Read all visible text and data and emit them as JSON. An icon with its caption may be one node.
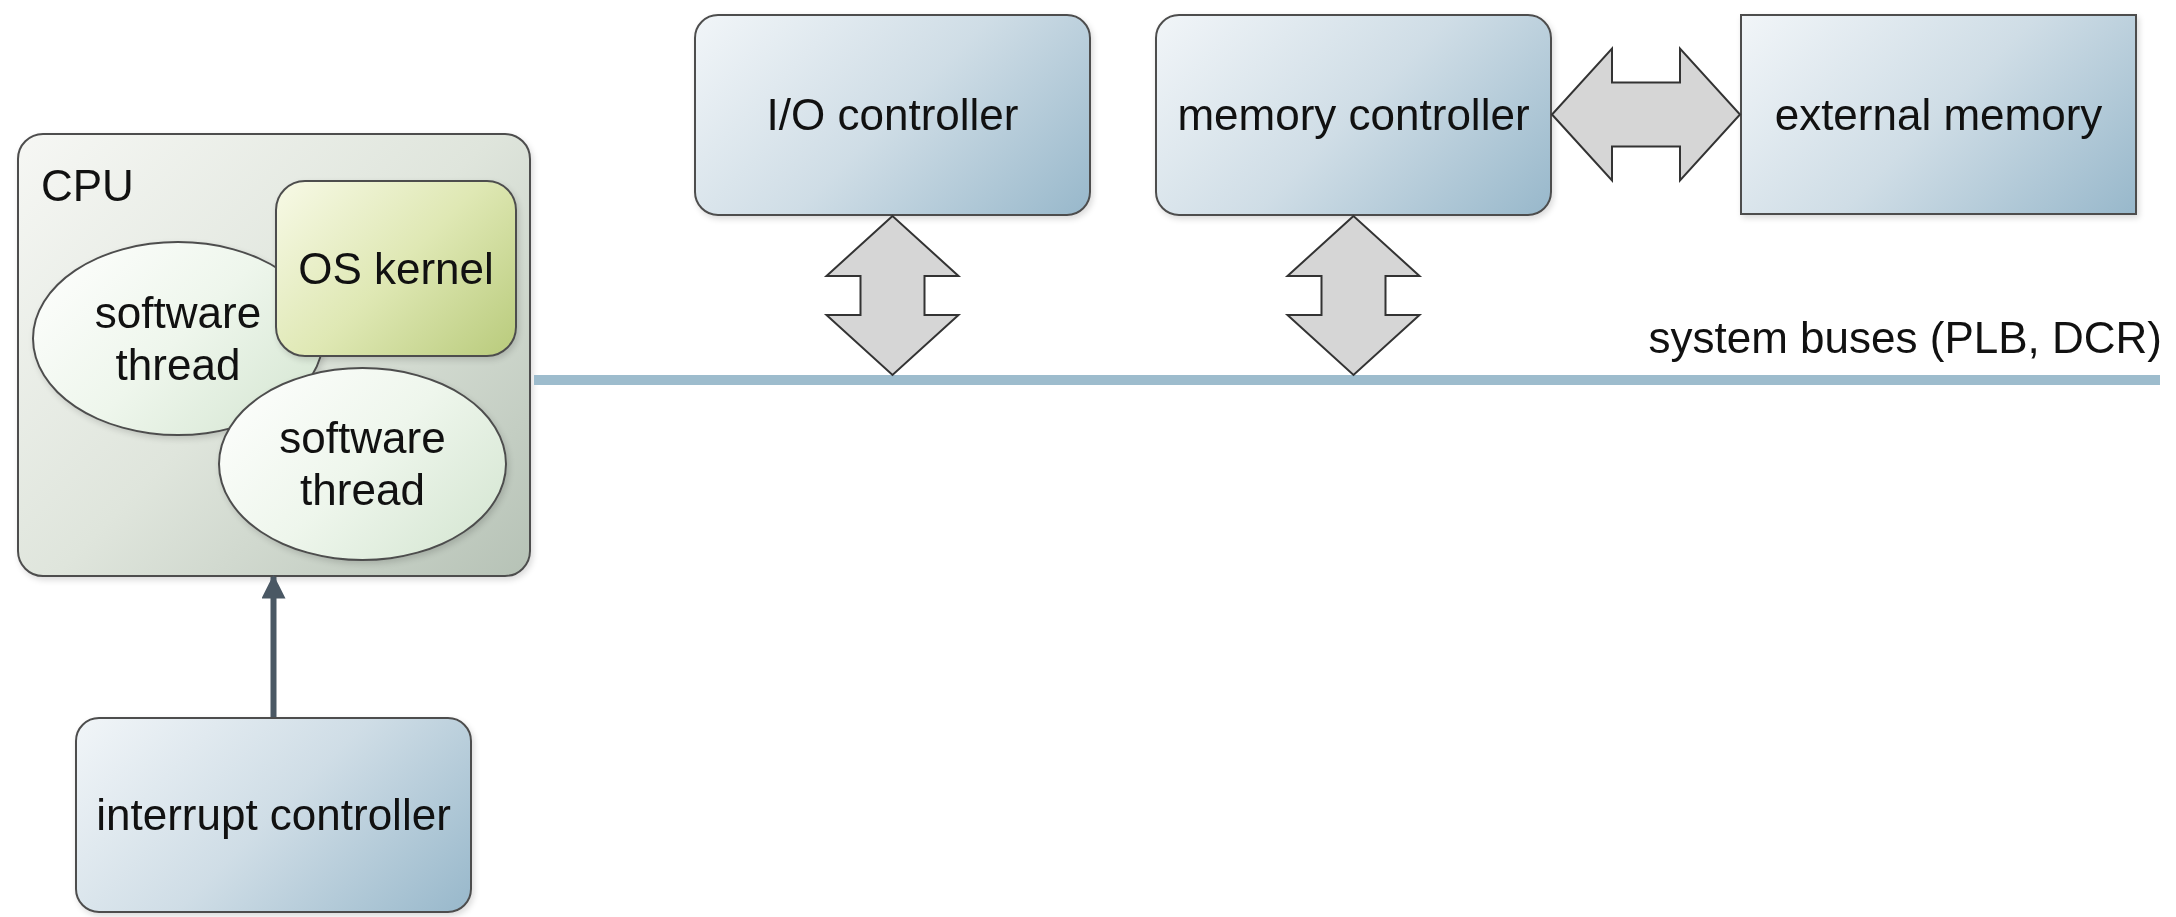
{
  "diagram": {
    "nodes": [
      {
        "text": [
          "CPU"
        ]
      },
      {
        "text": [
          "software thread"
        ],
        "in": 0
      },
      {
        "text": [
          "OS kernel"
        ],
        "in": 0
      },
      {
        "text": [
          "software thread"
        ],
        "in": 0
      },
      {
        "text": [
          "I/O controller"
        ]
      },
      {
        "text": [
          "memory controller"
        ]
      },
      {
        "text": [
          "external memory"
        ]
      },
      {
        "text": [],
        "shape": "bar",
        "beside": [
          "system buses (PLB, DCR)"
        ]
      },
      {
        "text": [
          "interrupt controller"
        ]
      }
    ],
    "edges": [
      {
        "from": 8,
        "to": 0,
        "arrow": "to"
      },
      {
        "from": 4,
        "to": 7,
        "arrow": "both",
        "style": "thick"
      },
      {
        "from": 5,
        "to": 7,
        "arrow": "both",
        "style": "thick"
      },
      {
        "from": 5,
        "to": 6,
        "arrow": "both",
        "style": "thick"
      }
    ]
  }
}
